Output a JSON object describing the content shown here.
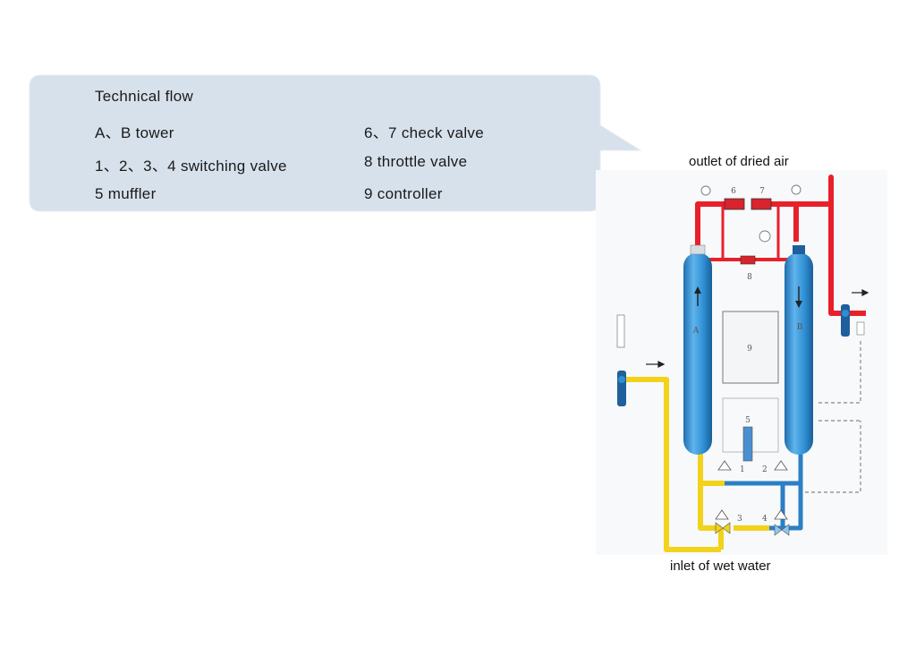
{
  "legend": {
    "title": "Technical flow",
    "left_items": [
      "A、B  tower",
      "1、2、3、4   switching valve",
      "5  muffler"
    ],
    "right_items": [
      "6、7 check valve",
      "8  throttle valve",
      "9  controller"
    ]
  },
  "diagram": {
    "top_caption": "outlet of dried air",
    "bottom_caption": "inlet of wet water",
    "tower_a_label": "A",
    "tower_b_label": "B",
    "controller_label": "9",
    "muffler_label": "5",
    "valve_labels": [
      "1",
      "2",
      "3",
      "4",
      "6",
      "7",
      "8"
    ],
    "colors": {
      "dry_air": "#e8202a",
      "wet_air": "#f2d21a",
      "tower": "#2f8fd4",
      "callout_bg": "#d7e1ec"
    }
  }
}
